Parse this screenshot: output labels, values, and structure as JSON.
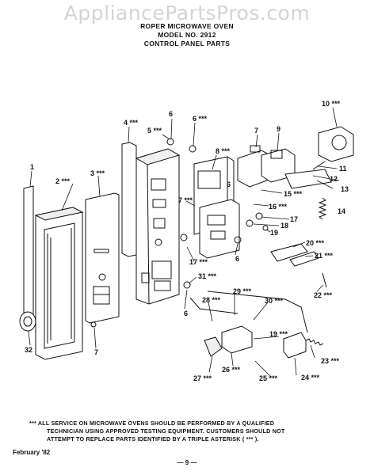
{
  "watermark": "AppliancePartsPros.com",
  "header": {
    "line1": "ROPER MICROWAVE OVEN",
    "line2": "MODEL NO. 2912",
    "line3": "CONTROL PANEL PARTS"
  },
  "callouts": {
    "c1": "1",
    "c2": "2 ***",
    "c3": "3 ***",
    "c4": "4 ***",
    "c5": "5 ***",
    "c6a": "6",
    "c6b": "6 ***",
    "c6c": "6",
    "c6d": "6",
    "c6e": "6",
    "c7a": "7",
    "c7b": "7 ***",
    "c7c": "7",
    "c8": "8 ***",
    "c9": "9",
    "c10": "10 ***",
    "c11": "11",
    "c12": "12",
    "c13": "13",
    "c14": "14",
    "c15": "15 ***",
    "c16": "16 ***",
    "c17a": "17",
    "c17b": "17 ***",
    "c18": "18",
    "c19a": "19",
    "c19b": "19 ***",
    "c20": "20 ***",
    "c21": "21 ***",
    "c22": "22 ***",
    "c23": "23 ***",
    "c24": "24 ***",
    "c25": "25 ***",
    "c26": "26 ***",
    "c27": "27 ***",
    "c28": "28 ***",
    "c29": "29 ***",
    "c30": "30 ***",
    "c31": "31 ***",
    "c32": "32"
  },
  "notice": {
    "line1": "*** ALL SERVICE ON MICROWAVE OVENS SHOULD BE PERFORMED BY A QUALIFIED",
    "line2": "TECHNICIAN USING APPROVED TESTING EQUIPMENT. CUSTOMERS SHOULD NOT",
    "line3": "ATTEMPT TO REPLACE PARTS IDENTIFIED BY A TRIPLE ASTERISK ( *** )."
  },
  "footer": {
    "date": "February '82",
    "page": "— 9 —"
  }
}
